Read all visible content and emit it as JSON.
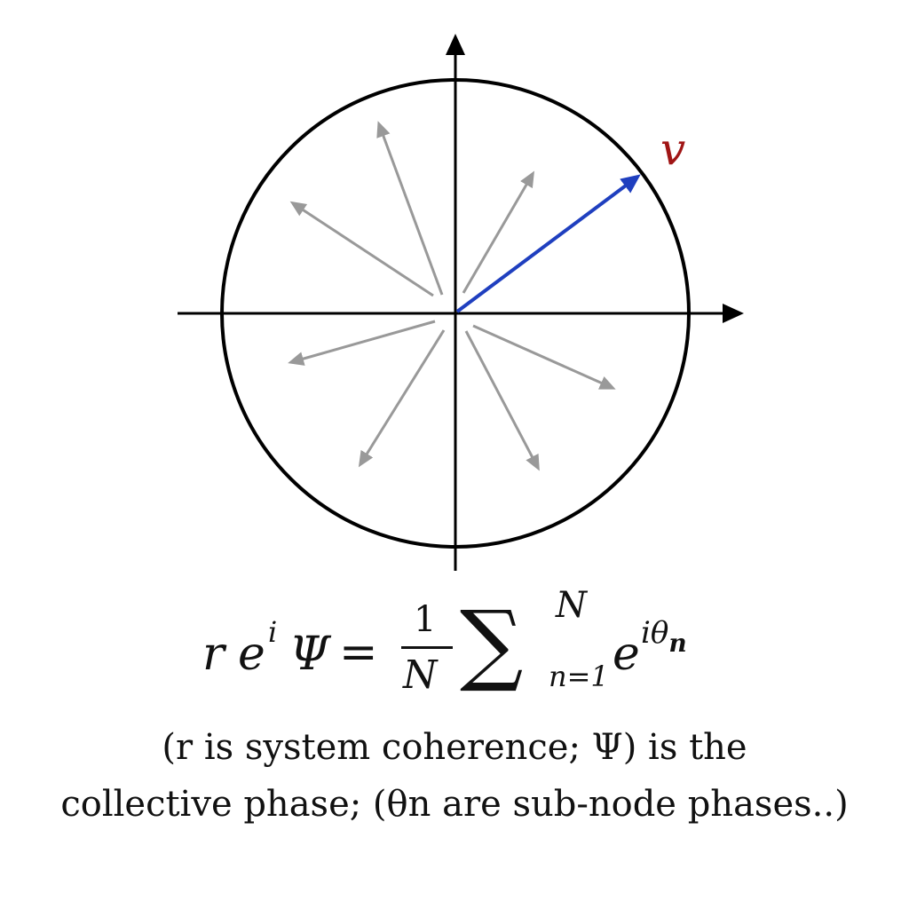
{
  "diagram": {
    "vector_label": "v",
    "colors": {
      "axis": "#000000",
      "circle": "#000000",
      "phase_arrows": "#999999",
      "mean_vector": "#1f3fbf",
      "vector_label": "#a01515"
    }
  },
  "formula": {
    "lhs_r": "r",
    "lhs_e": "e",
    "lhs_i": "i",
    "lhs_psi": "Ψ",
    "equals": "=",
    "numerator": "1",
    "denominator": "N",
    "sum_symbol": "∑",
    "sum_upper": "N",
    "sum_lower": "n=1",
    "rhs_e": "e",
    "rhs_i_theta": "iθ",
    "rhs_sub": "n"
  },
  "caption": {
    "line1": "(r is system coherence;  Ψ) is the",
    "line2": "collective phase; (θn are sub-node phases..)"
  }
}
